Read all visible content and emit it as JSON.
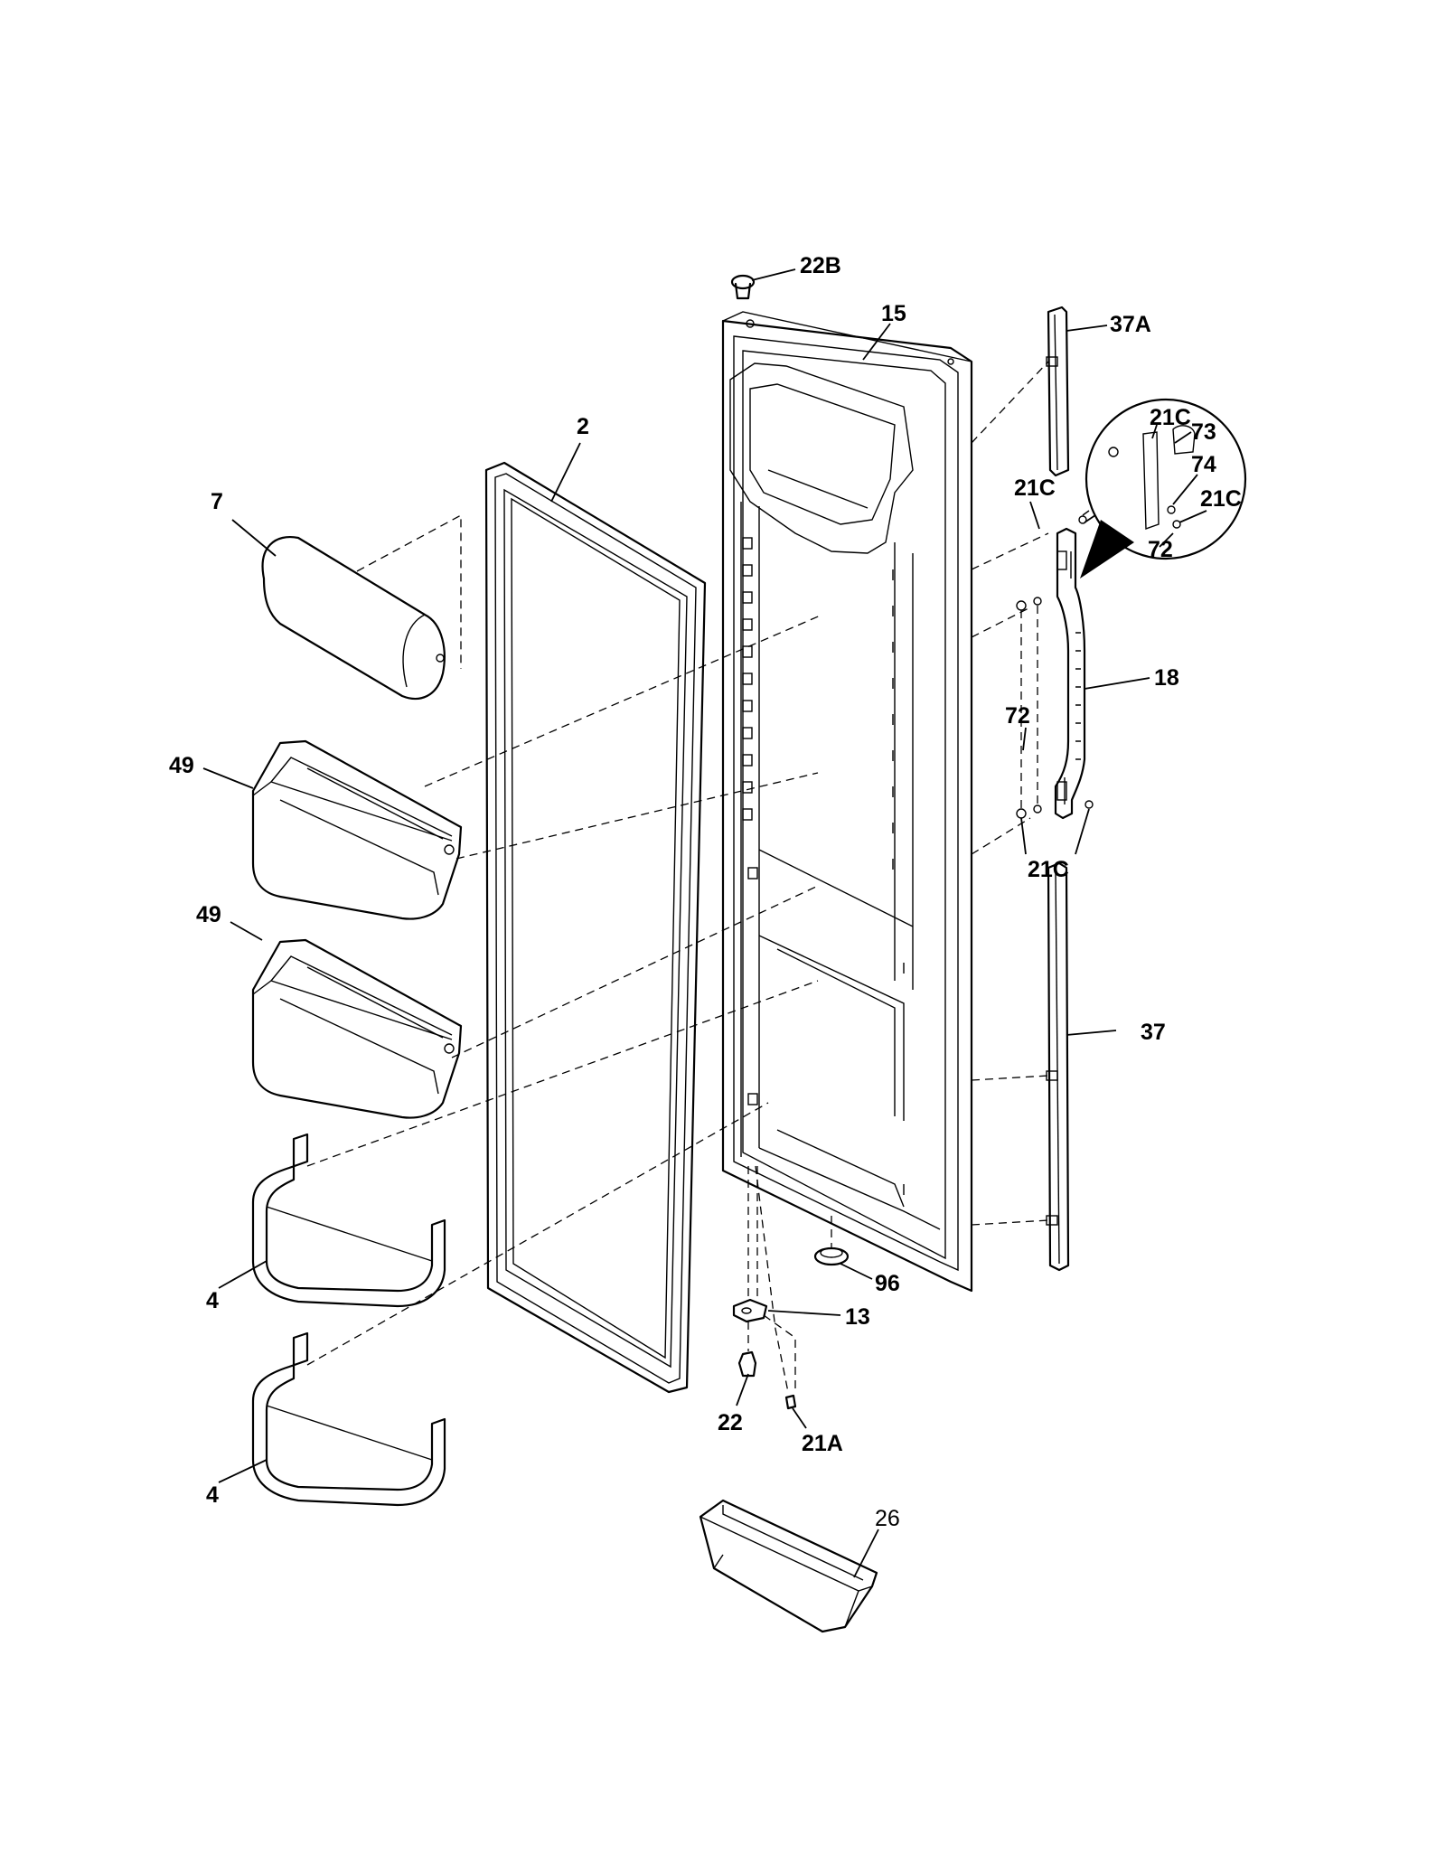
{
  "labels": {
    "p22b": "22B",
    "p15": "15",
    "p37a": "37A",
    "p2": "2",
    "p7": "7",
    "p21c_a": "21C",
    "p73": "73",
    "p74": "74",
    "p21c_b": "21C",
    "p21c_c": "21C",
    "p72_a": "72",
    "p18": "18",
    "p72_b": "72",
    "p49_a": "49",
    "p21c_d": "21C",
    "p49_b": "49",
    "p37": "37",
    "p4_a": "4",
    "p96": "96",
    "p13": "13",
    "p22": "22",
    "p21a": "21A",
    "p4_b": "4",
    "p26": "26"
  }
}
